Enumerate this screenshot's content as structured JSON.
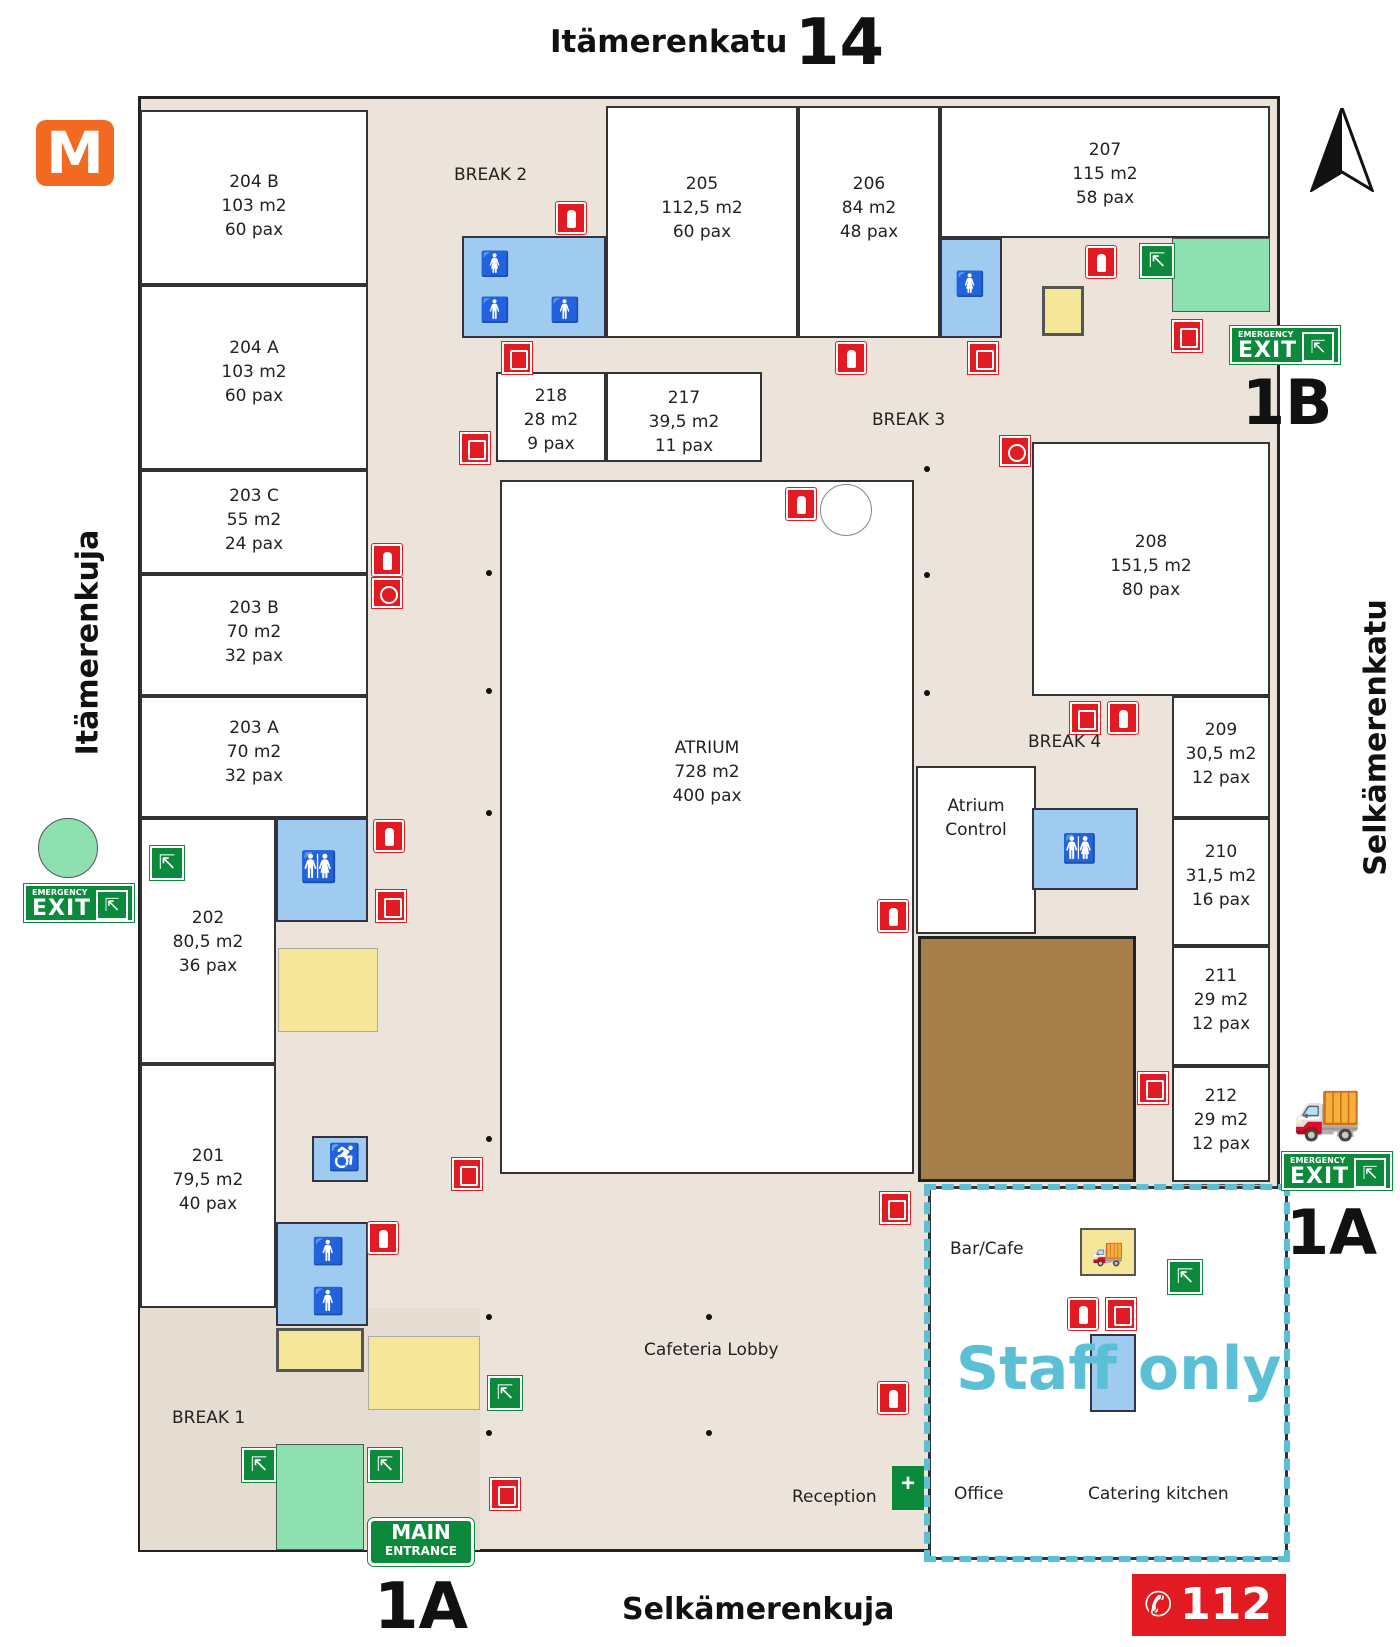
{
  "streets": {
    "north": "Itämerenkatu",
    "north_number": "14",
    "west": "Itämerenkuja",
    "east": "Selkämerenkatu",
    "south": "Selkämerenkuja"
  },
  "metro_label": "M",
  "rooms": {
    "r204b": [
      "204 B",
      "103 m2",
      "60 pax"
    ],
    "r204a": [
      "204 A",
      "103 m2",
      "60 pax"
    ],
    "r203c": [
      "203 C",
      "55 m2",
      "24 pax"
    ],
    "r203b": [
      "203 B",
      "70 m2",
      "32 pax"
    ],
    "r203a": [
      "203 A",
      "70 m2",
      "32 pax"
    ],
    "r202": [
      "202",
      "80,5 m2",
      "36 pax"
    ],
    "r201": [
      "201",
      "79,5 m2",
      "40 pax"
    ],
    "r205": [
      "205",
      "112,5 m2",
      "60 pax"
    ],
    "r206": [
      "206",
      "84 m2",
      "48 pax"
    ],
    "r207": [
      "207",
      "115 m2",
      "58 pax"
    ],
    "r218": [
      "218",
      "28 m2",
      "9 pax"
    ],
    "r217": [
      "217",
      "39,5 m2",
      "11 pax"
    ],
    "r208": [
      "208",
      "151,5 m2",
      "80 pax"
    ],
    "r209": [
      "209",
      "30,5 m2",
      "12 pax"
    ],
    "r210": [
      "210",
      "31,5 m2",
      "16 pax"
    ],
    "r211": [
      "211",
      "29 m2",
      "12 pax"
    ],
    "r212": [
      "212",
      "29 m2",
      "12 pax"
    ],
    "atrium": [
      "ATRIUM",
      "728 m2",
      "400 pax"
    ],
    "atrium_control": [
      "Atrium",
      "Control"
    ]
  },
  "areas": {
    "break1": "BREAK 1",
    "break2": "BREAK 2",
    "break3": "BREAK 3",
    "break4": "BREAK 4",
    "cafeteria_lobby": "Cafeteria Lobby",
    "reception": "Reception",
    "bar_cafe": "Bar/Cafe",
    "office": "Office",
    "catering_kitchen": "Catering kitchen",
    "staff_only": "Staff only"
  },
  "entrances": {
    "main_line1": "MAIN",
    "main_line2": "ENTRANCE",
    "main_code": "1A",
    "east_code": "1A",
    "ne_code": "1B"
  },
  "exit_sign": {
    "small": "EMERGENCY",
    "big": "EXIT"
  },
  "emergency_number": "112",
  "colors": {
    "wc": "#9fcbf0",
    "stairs_yellow": "#f6e69a",
    "stairs_green": "#8ee0b0",
    "corridor": "#ece4da",
    "fire_red": "#e21b22",
    "exit_green": "#0a8a3a",
    "metro_orange": "#f26a21",
    "brown_room": "#a57e4a",
    "staff_only": "#5bc0d6"
  }
}
